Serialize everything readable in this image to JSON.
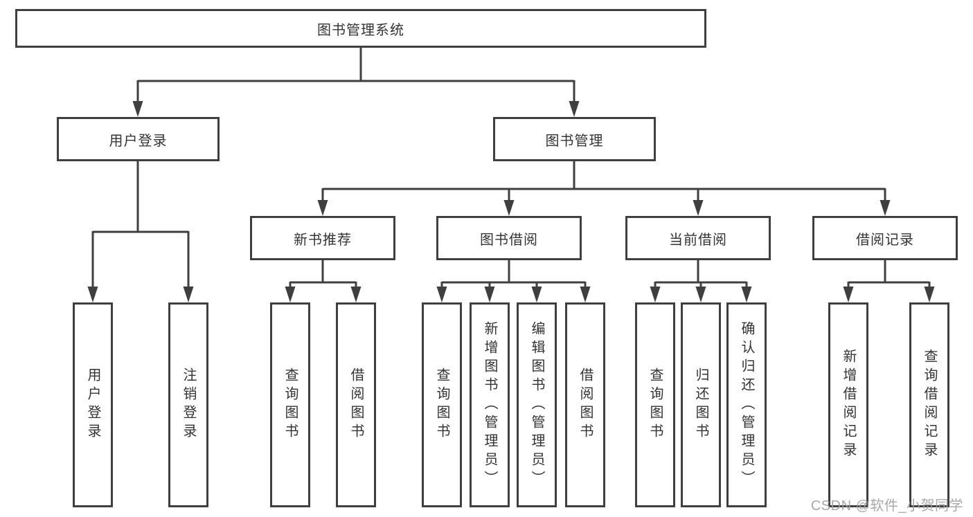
{
  "nodes": {
    "root": "图书管理系统",
    "user_login_group": {
      "label": "用户登录",
      "children": [
        "用户登录",
        "注销登录"
      ]
    },
    "book_mgmt_group": {
      "label": "图书管理",
      "sections": [
        {
          "label": "新书推荐",
          "children": [
            "查询图书",
            "借阅图书"
          ]
        },
        {
          "label": "图书借阅",
          "children": [
            "查询图书",
            "新增图书（管理员）",
            "编辑图书（管理员）",
            "借阅图书"
          ]
        },
        {
          "label": "当前借阅",
          "children": [
            "查询图书",
            "归还图书",
            "确认归还（管理员）"
          ]
        },
        {
          "label": "借阅记录",
          "children": [
            "新增借阅记录",
            "查询借阅记录"
          ]
        }
      ]
    }
  },
  "watermark": "CSDN @软件_小贺同学",
  "colors": {
    "line": "#3f3f3f",
    "box_border": "#3f3f3f",
    "text": "#333333",
    "watermark": "#9e9e9e",
    "background": "#ffffff"
  }
}
